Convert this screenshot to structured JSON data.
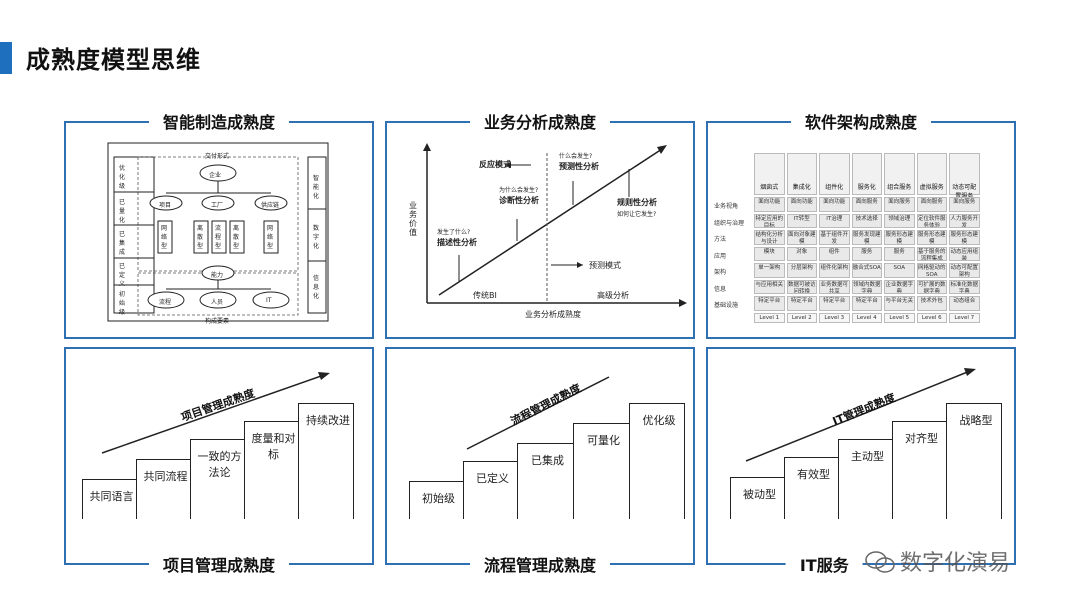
{
  "page": {
    "title": "成熟度模型思维"
  },
  "panels": {
    "mfg": {
      "title": "智能制造成熟度",
      "top_label": "交付形式",
      "bottom_label": "构成要素",
      "left_items": [
        "优化级",
        "已量化",
        "已集成",
        "已定义",
        "初始级"
      ],
      "right_items": [
        "智能化",
        "数字化",
        "信息化"
      ],
      "center": "企业",
      "branches": [
        "项目",
        "工厂",
        "供应链"
      ],
      "types": [
        "网络型",
        "离散型",
        "流程型",
        "离散型",
        "网络型"
      ],
      "ability": "能力",
      "elements": [
        "流程",
        "人员",
        "IT"
      ]
    },
    "biz": {
      "title": "业务分析成熟度",
      "ylabel": "业务价值",
      "xlabel": "业务分析成熟度",
      "left_region": "传统BI",
      "right_region": "高级分析",
      "stages": [
        {
          "q": "发生了什么?",
          "name": "描述性分析"
        },
        {
          "q": "为什么会发生?",
          "name": "诊断性分析"
        },
        {
          "q": "什么会发生?",
          "name": "预测性分析"
        },
        {
          "q": "如何让它发生?",
          "name": "规则性分析"
        }
      ],
      "reactive": "反应模式",
      "predictive": "预测模式"
    },
    "soft": {
      "title": "软件架构成熟度",
      "columns": [
        "烟囱式",
        "集成化",
        "组件化",
        "服务化",
        "组合服务",
        "虚拟服务",
        "动态可配置服务"
      ],
      "rows": [
        {
          "label": "业务视角",
          "cells": [
            "面向功能",
            "面向功能",
            "面向功能",
            "面向服务",
            "面向服务",
            "面向服务",
            "面向服务"
          ]
        },
        {
          "label": "组织与治理",
          "cells": [
            "特定应用的目标",
            "IT转型",
            "IT治理",
            "技术选择",
            "领域治理",
            "定位软件服务体验",
            "人力服务开发"
          ]
        },
        {
          "label": "方法",
          "cells": [
            "结构化分析与设计",
            "面向对象建模",
            "基于组件开发",
            "服务发现建模",
            "服务形态建模",
            "服务形态建模",
            "服务形态建模"
          ]
        },
        {
          "label": "应用",
          "cells": [
            "模块",
            "对象",
            "组件",
            "服务",
            "服务",
            "基于服务的流程集成",
            "动态应用组装"
          ]
        },
        {
          "label": "架构",
          "cells": [
            "单一架构",
            "分层架构",
            "组件化架构",
            "融合式SOA",
            "SOA",
            "网格驱动的SOA",
            "动态可配置架构"
          ]
        },
        {
          "label": "信息",
          "cells": [
            "与应用相关",
            "数据可被访问转换",
            "业务数据可共享",
            "领域内数据字典",
            "企业数据字典",
            "可扩展的数据字典",
            "标准化数据字典"
          ]
        },
        {
          "label": "基础设施",
          "cells": [
            "特定平台",
            "特定平台",
            "特定平台",
            "特定平台",
            "与平台无关",
            "技术外包",
            "动态组合"
          ]
        }
      ],
      "levels": [
        "Level 1",
        "Level 2",
        "Level 3",
        "Level 4",
        "Level 5",
        "Level 6",
        "Level 7"
      ]
    },
    "proj": {
      "title": "项目管理成熟度",
      "diag": "项目管理成熟度",
      "steps": [
        "共同语言",
        "共同流程",
        "一致的方法论",
        "度量和对标",
        "持续改进"
      ]
    },
    "proc": {
      "title": "流程管理成熟度",
      "diag": "流程管理成熟度",
      "steps": [
        "初始级",
        "已定义",
        "已集成",
        "可量化",
        "优化级"
      ]
    },
    "it": {
      "title": "IT服务",
      "diag": "IT管理成熟度",
      "steps": [
        "被动型",
        "有效型",
        "主动型",
        "对齐型",
        "战略型"
      ]
    }
  },
  "watermark": "数字化演易"
}
